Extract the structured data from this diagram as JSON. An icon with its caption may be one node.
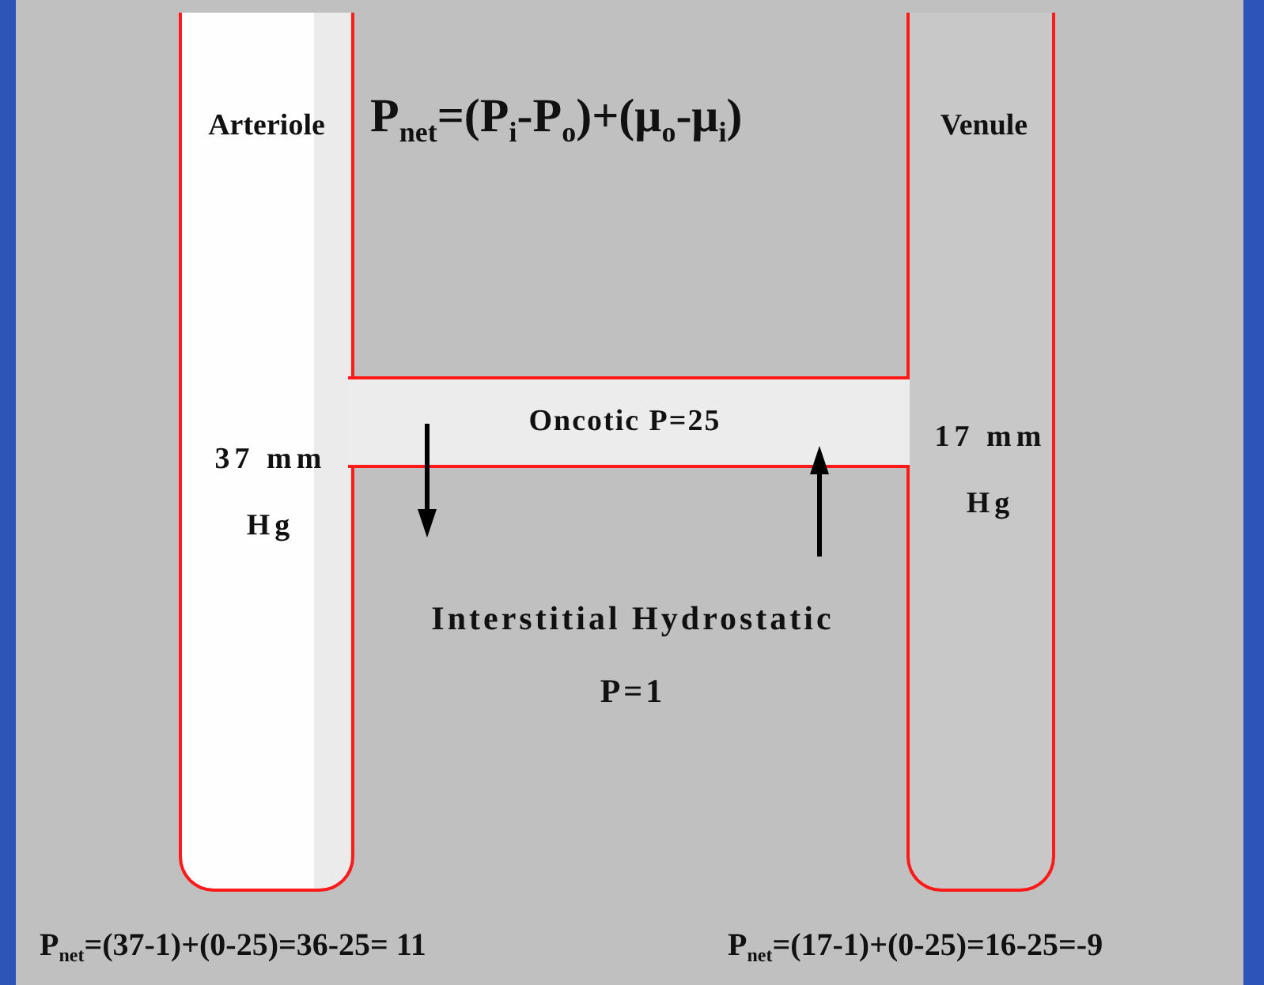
{
  "diagram": {
    "nodes": [
      {
        "text": [
          "Arteriole",
          "37 mm Hg"
        ]
      },
      {
        "text": [
          "Oncotic P=25"
        ]
      },
      {
        "text": [
          "Venule",
          "17 mm Hg"
        ]
      }
    ],
    "labels": [
      "P$_{net}$=(P$_{i}$-P$_{o}$)+(μ$_{o}$-μ$_{i}$)",
      "Interstitial Hydrostatic P=1",
      "P$_{net}$=(37-1)+(0-25)=36-25= 11",
      "P$_{net}$=(17-1)+(0-25)=16-25=-9"
    ]
  }
}
